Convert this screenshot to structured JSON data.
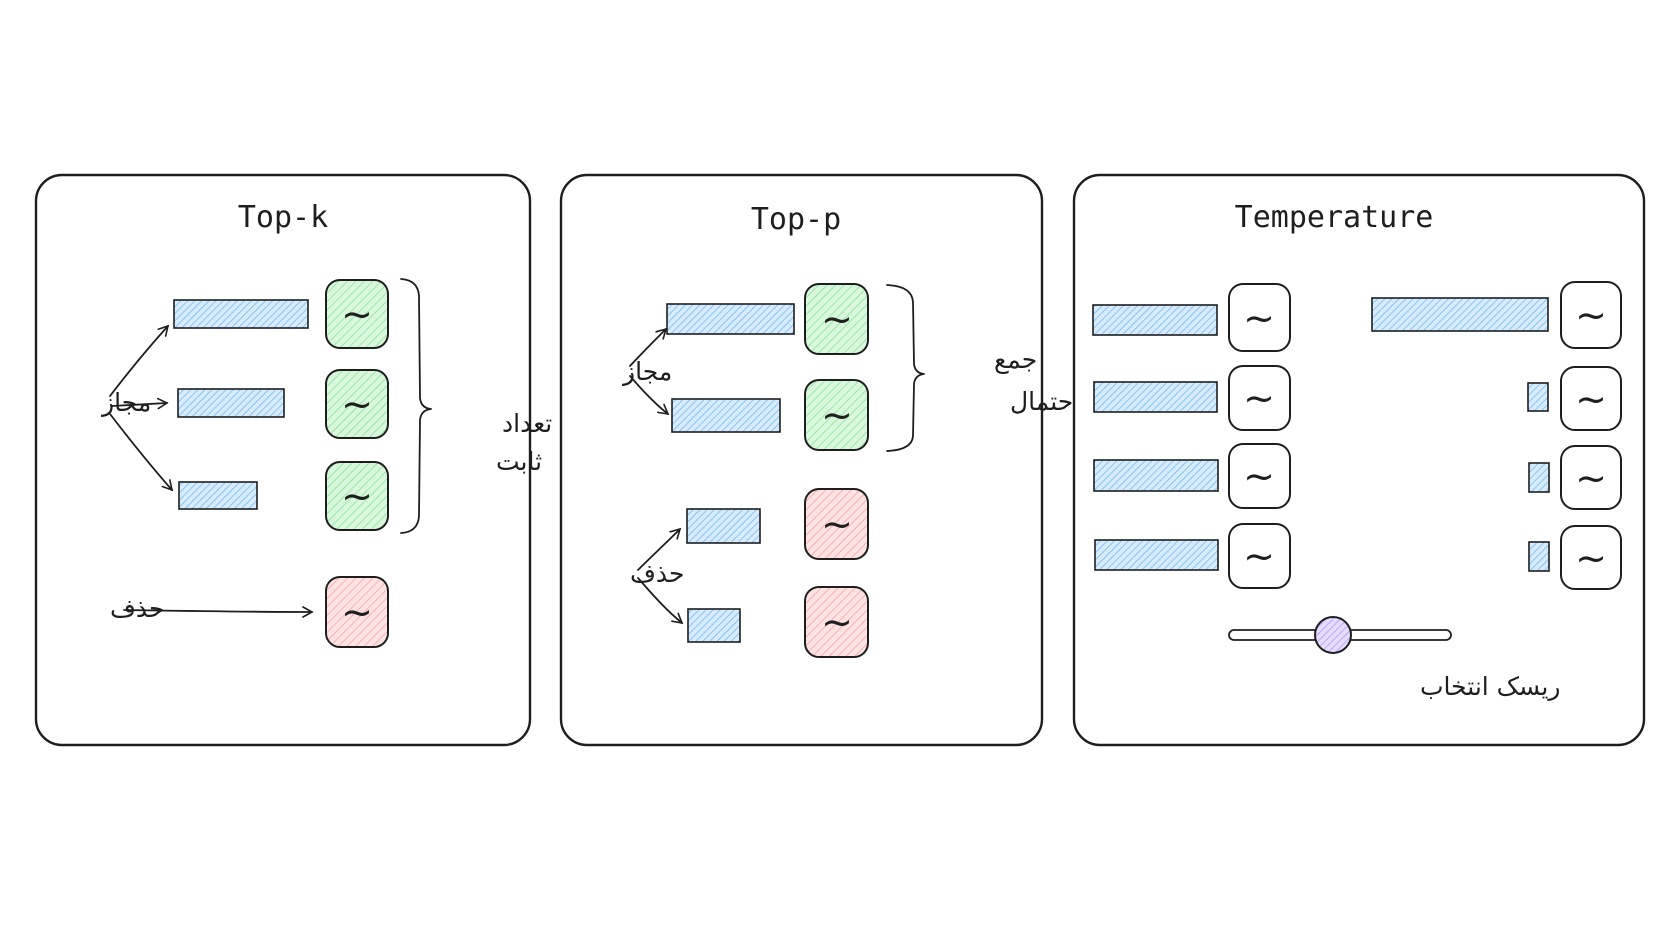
{
  "colors": {
    "bar": "#a5d8ff",
    "allowed": "#b2f2bb",
    "removed": "#ffc9c9",
    "neutral": "#ffffff",
    "knob": "#d0bfff"
  },
  "icons": {
    "token": "tilde-icon"
  },
  "panels": [
    {
      "title": "Top-k",
      "labels": {
        "allowed": "مجاز",
        "removed": "حذف",
        "brace_line1": "تعداد",
        "brace_line2": "ثابت"
      },
      "tokens": [
        {
          "label": "~",
          "status": "allowed"
        },
        {
          "label": "~",
          "status": "allowed"
        },
        {
          "label": "~",
          "status": "allowed"
        },
        {
          "label": "~",
          "status": "removed"
        }
      ]
    },
    {
      "title": "Top-p",
      "labels": {
        "allowed": "مجاز",
        "removed": "حذف",
        "brace_line1": "جمع",
        "brace_line2": "احتمال"
      },
      "tokens": [
        {
          "label": "~",
          "status": "allowed"
        },
        {
          "label": "~",
          "status": "allowed"
        },
        {
          "label": "~",
          "status": "removed"
        },
        {
          "label": "~",
          "status": "removed"
        }
      ]
    },
    {
      "title": "Temperature",
      "slider_label": "ریسک انتخاب",
      "tokens": [
        {
          "label": "~"
        },
        {
          "label": "~"
        },
        {
          "label": "~"
        },
        {
          "label": "~"
        },
        {
          "label": "~"
        },
        {
          "label": "~"
        },
        {
          "label": "~"
        },
        {
          "label": "~"
        }
      ]
    }
  ]
}
